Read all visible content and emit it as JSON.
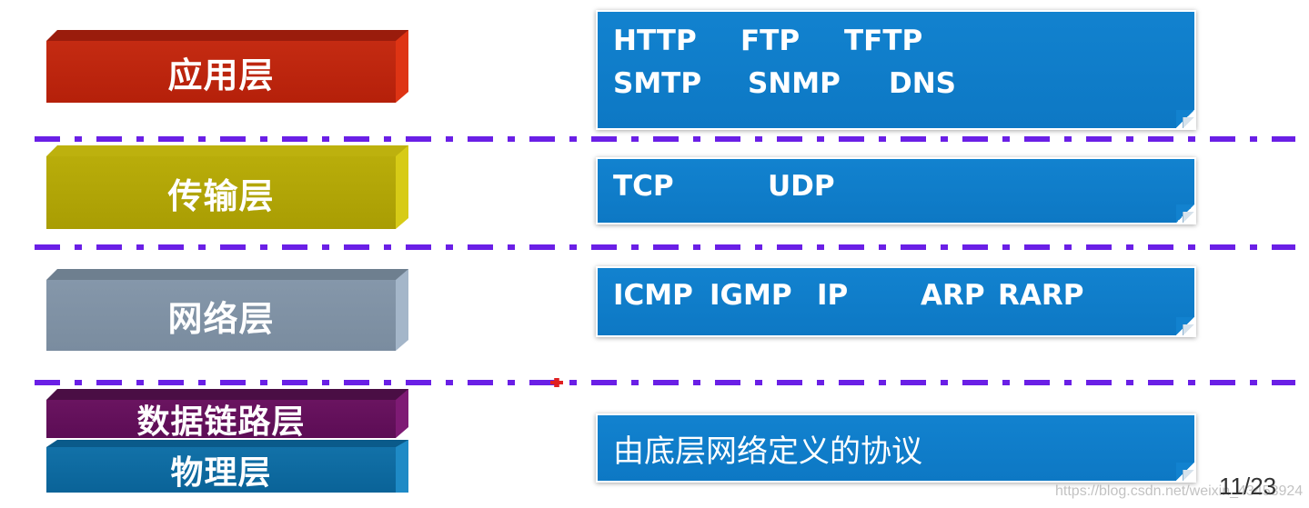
{
  "layers": {
    "application": "应用层",
    "transport": "传输层",
    "network": "网络层",
    "datalink": "数据链路层",
    "physical": "物理层"
  },
  "protocols": {
    "application": [
      "HTTP",
      "FTP",
      "TFTP",
      "SMTP",
      "SNMP",
      "DNS"
    ],
    "transport": [
      "TCP",
      "UDP"
    ],
    "network": [
      "ICMP",
      "IGMP",
      "IP",
      "ARP",
      "RARP"
    ],
    "lower": "由底层网络定义的协议"
  },
  "page_number": "11/23",
  "watermark": "https://blog.csdn.net/weixin_43453924",
  "colors": {
    "application": "#c42b12",
    "transport": "#b9ad0a",
    "network": "#8597aa",
    "datalink": "#6a1460",
    "physical": "#1271a8",
    "protocol_box": "#1282cf",
    "separator": "#6a1fe6"
  }
}
